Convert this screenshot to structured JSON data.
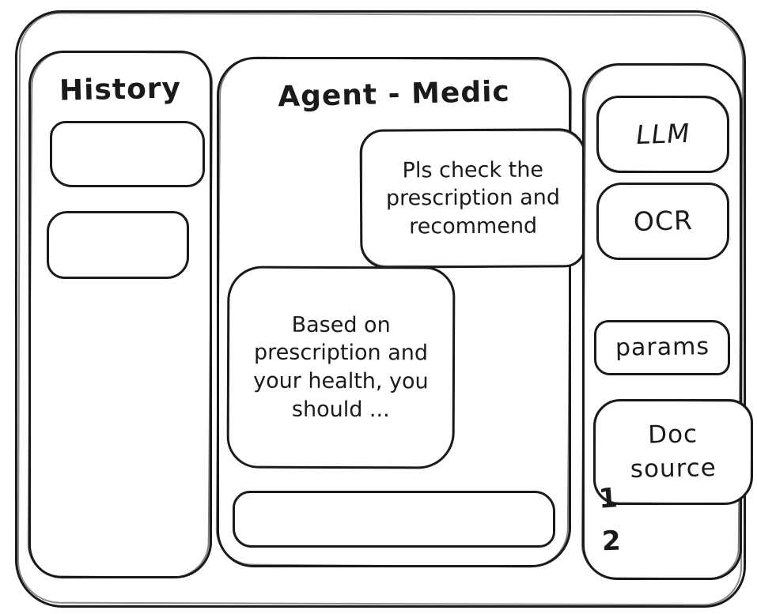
{
  "colors": {
    "ink": "#1a1a1a",
    "surface": "#ffffff"
  },
  "history_panel": {
    "title": "History",
    "items": [
      {
        "label": ""
      },
      {
        "label": ""
      }
    ]
  },
  "chat": {
    "title": "Agent - Medic",
    "messages": [
      {
        "role": "user",
        "text": "Pls check the prescription and recommend"
      },
      {
        "role": "assistant",
        "text": "Based on prescription and your health, you should ..."
      }
    ],
    "input": {
      "value": "",
      "placeholder": ""
    }
  },
  "tools_panel": {
    "buttons": [
      {
        "label": "LLM"
      },
      {
        "label": "OCR"
      },
      {
        "label": "params"
      },
      {
        "label": "Doc source"
      }
    ],
    "doc_source_items": [
      "1",
      "2"
    ]
  }
}
